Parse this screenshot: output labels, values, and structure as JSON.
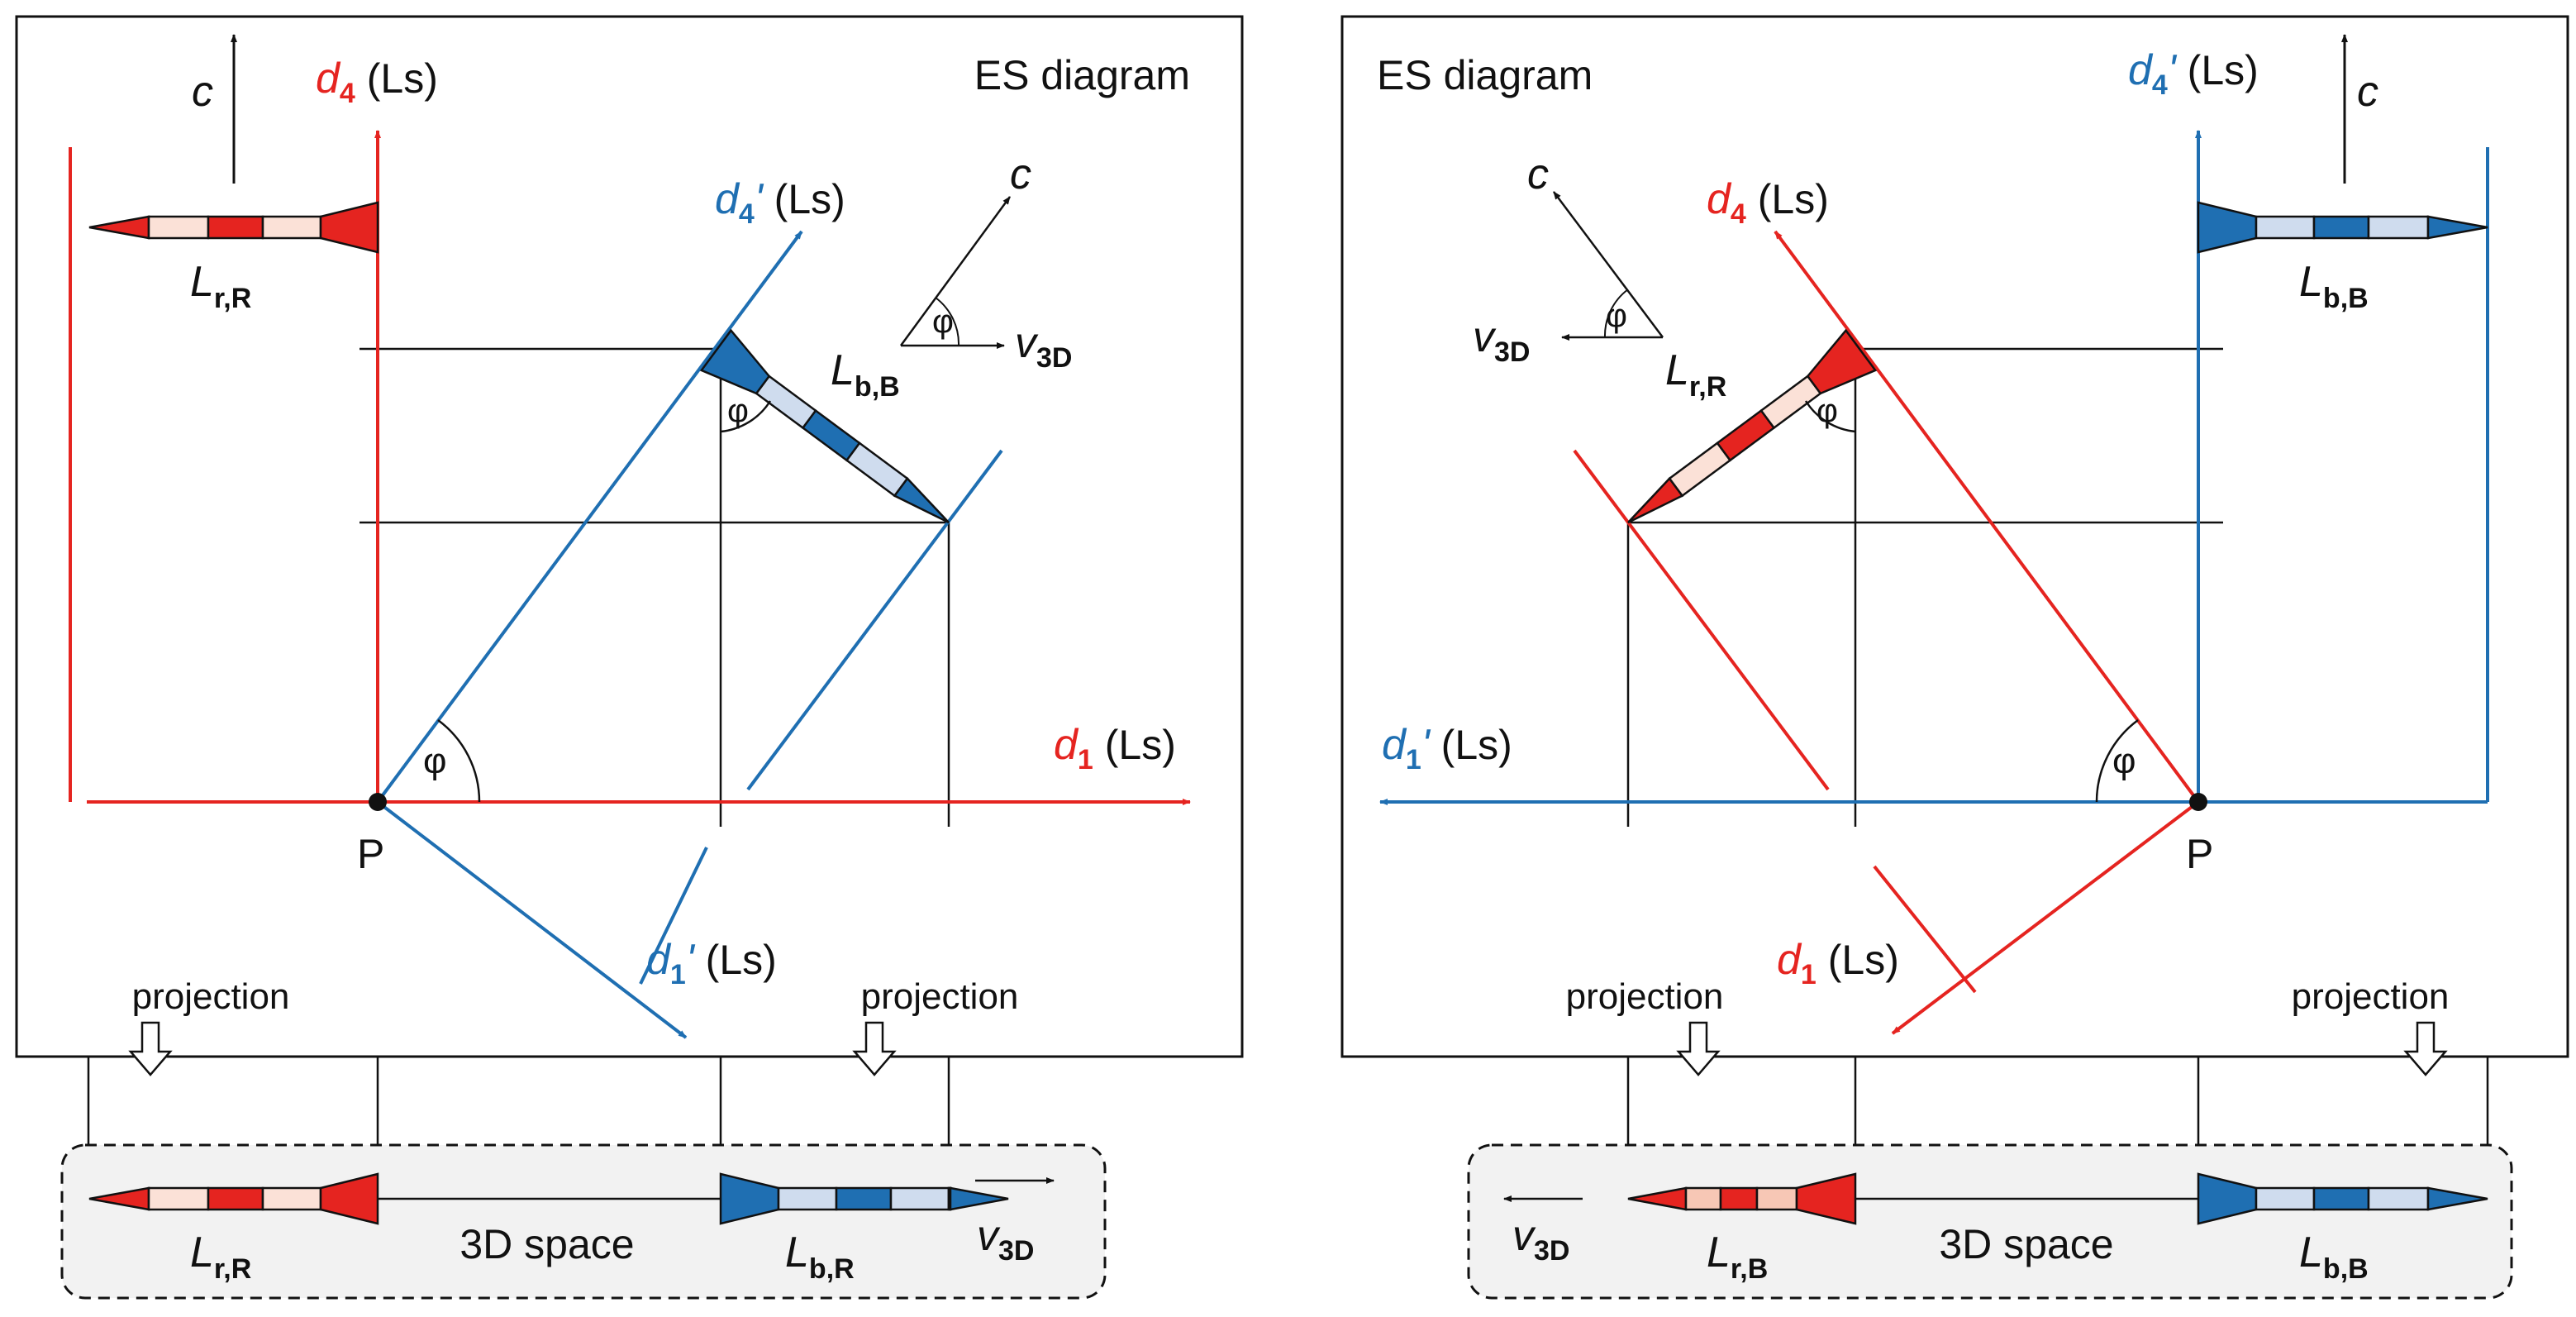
{
  "colors": {
    "red": "#e52420",
    "red_light": "#fbe1d7",
    "red_pale": "#f7c7b5",
    "blue": "#1f6fb2",
    "blue_light": "#cfdcee",
    "black": "#111111",
    "space_bg": "#f2f2f2"
  },
  "left": {
    "title": "ES diagram",
    "axis_d4": {
      "main": "d",
      "sub": "4",
      "unit": " (Ls)"
    },
    "axis_d1": {
      "main": "d",
      "sub": "1",
      "unit": " (Ls)"
    },
    "axis_d4p": {
      "main": "d",
      "sub": "4",
      "prime": "'",
      "unit": " (Ls)"
    },
    "axis_d1p": {
      "main": "d",
      "sub": "1",
      "prime": "'",
      "unit": " (Ls)"
    },
    "c_label": "c",
    "c_label_tilted": "c",
    "v_label": {
      "main": "v",
      "sub": "3D"
    },
    "phi": "φ",
    "origin": "P",
    "rocket_top": {
      "main": "L",
      "sub": "r,R"
    },
    "rocket_tilted": {
      "main": "L",
      "sub": "b,B"
    },
    "projection_left": "projection",
    "projection_right": "projection",
    "space_label": "3D space",
    "space_rocket_red": {
      "main": "L",
      "sub": "r,R"
    },
    "space_rocket_blue": {
      "main": "L",
      "sub": "b,R"
    },
    "space_v": {
      "main": "v",
      "sub": "3D"
    }
  },
  "right": {
    "title": "ES diagram",
    "axis_d4p": {
      "main": "d",
      "sub": "4",
      "prime": "'",
      "unit": " (Ls)"
    },
    "axis_d1p": {
      "main": "d",
      "sub": "1",
      "prime": "'",
      "unit": " (Ls)"
    },
    "axis_d4": {
      "main": "d",
      "sub": "4",
      "unit": " (Ls)"
    },
    "axis_d1": {
      "main": "d",
      "sub": "1",
      "unit": " (Ls)"
    },
    "c_label": "c",
    "c_label_tilted": "c",
    "v_label": {
      "main": "v",
      "sub": "3D"
    },
    "phi": "φ",
    "origin": "P",
    "rocket_top": {
      "main": "L",
      "sub": "b,B"
    },
    "rocket_tilted": {
      "main": "L",
      "sub": "r,R"
    },
    "projection_left": "projection",
    "projection_right": "projection",
    "space_label": "3D space",
    "space_rocket_red": {
      "main": "L",
      "sub": "r,B"
    },
    "space_rocket_blue": {
      "main": "L",
      "sub": "b,B"
    },
    "space_v": {
      "main": "v",
      "sub": "3D"
    }
  }
}
